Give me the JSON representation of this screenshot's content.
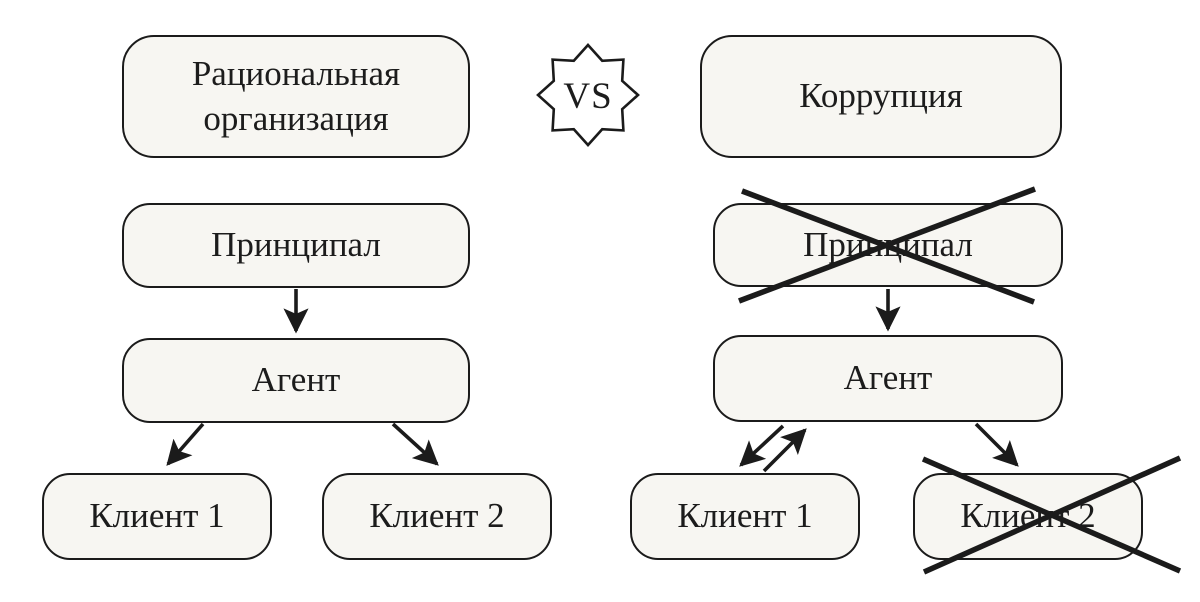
{
  "left": {
    "title": "Рациональная организация",
    "principal": "Принципал",
    "agent": "Агент",
    "client1": "Клиент 1",
    "client2": "Клиент 2"
  },
  "center": {
    "vs": "VS"
  },
  "right": {
    "title": "Коррупция",
    "principal": "Принципал",
    "agent": "Агент",
    "client1": "Клиент 1",
    "client2": "Клиент 2"
  },
  "colors": {
    "line": "#1b1b1b",
    "text": "#1c1c1c",
    "box_fill": "#f7f6f2",
    "background": "#ffffff"
  }
}
